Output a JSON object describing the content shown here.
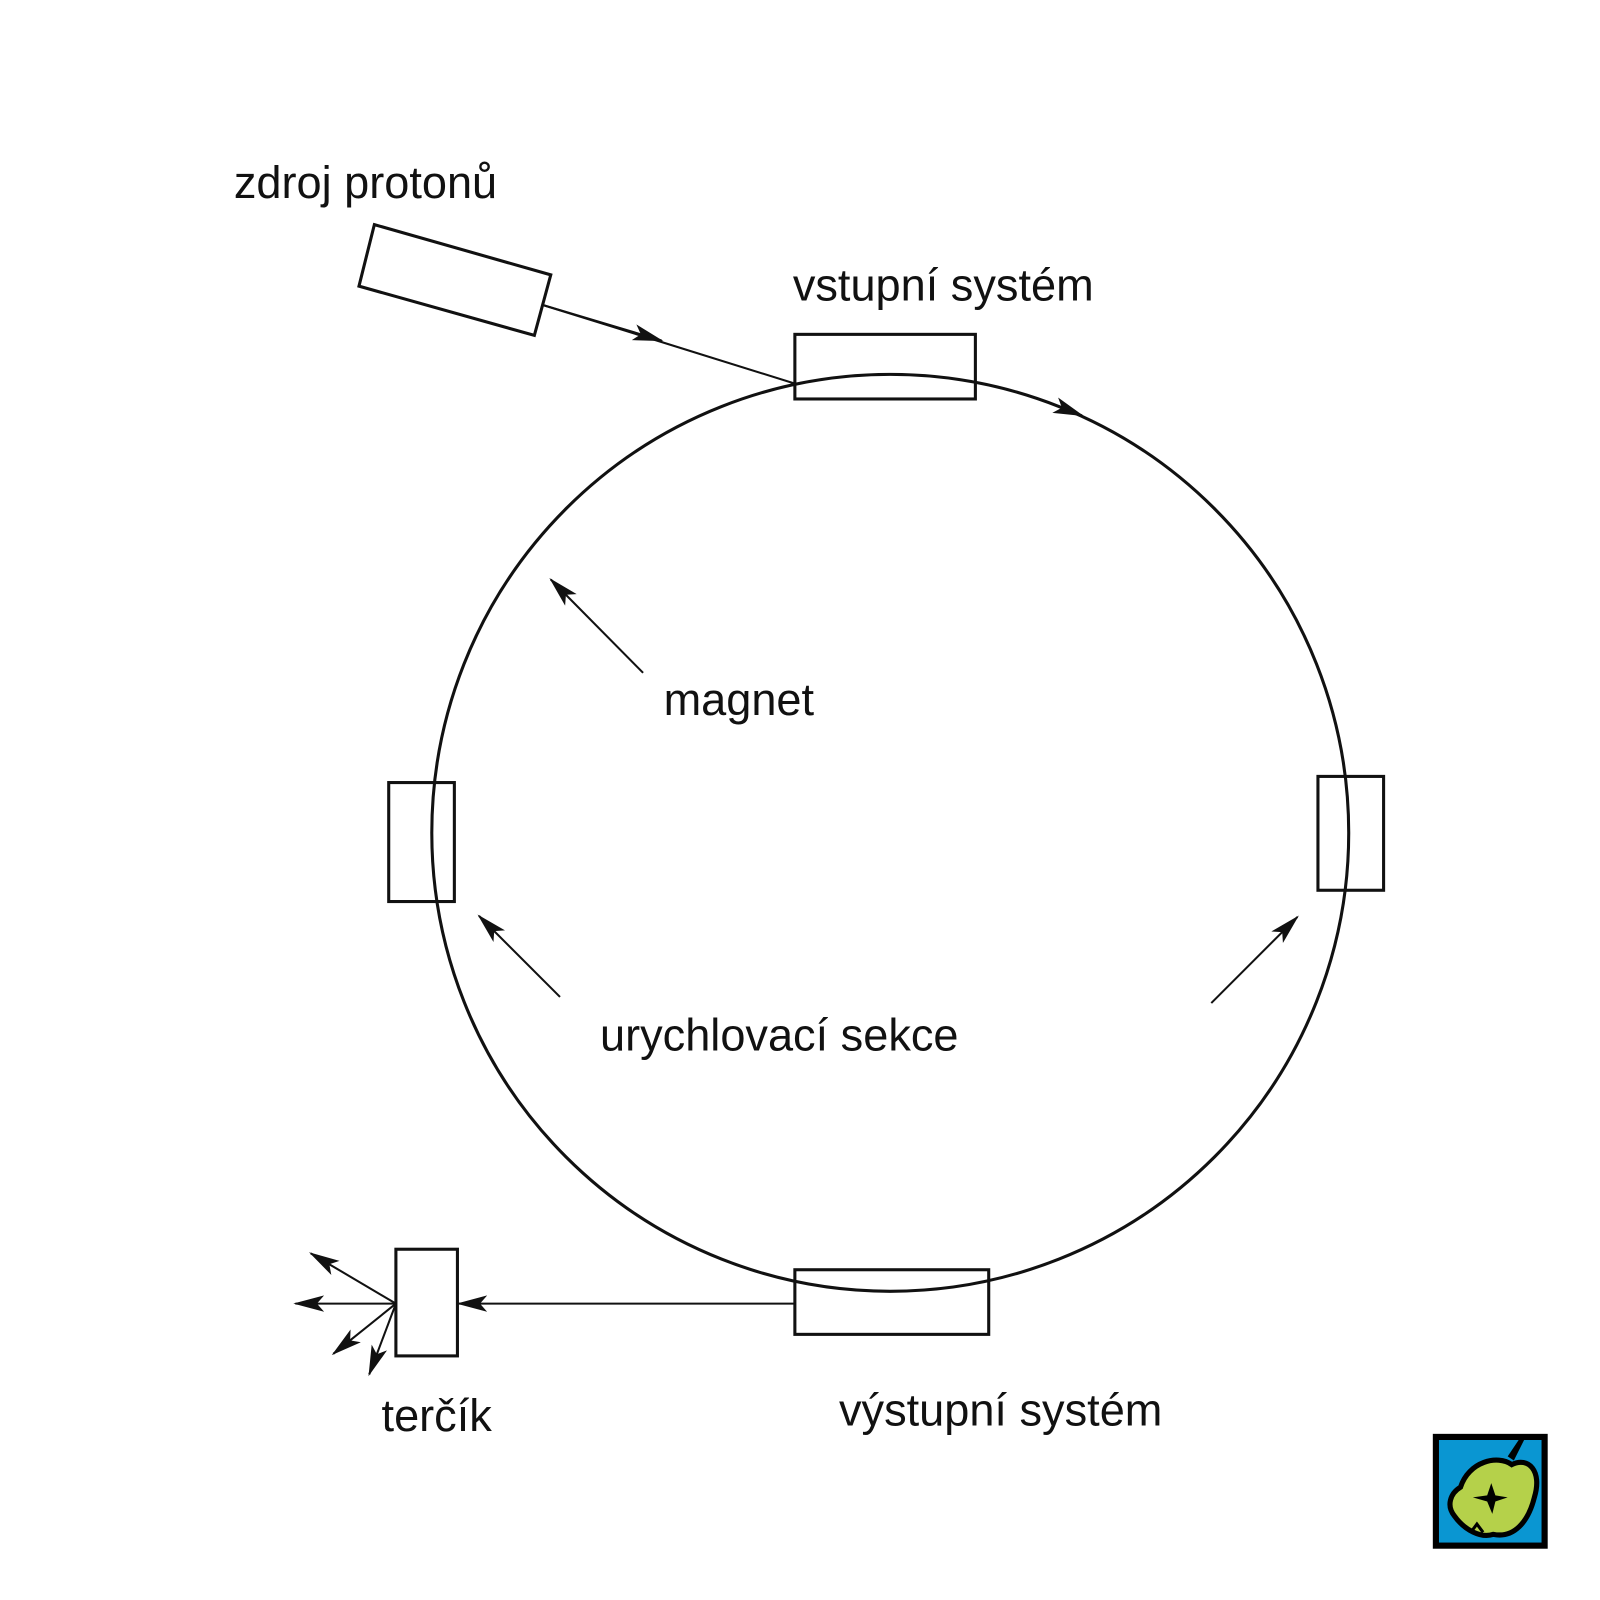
{
  "diagram": {
    "labels": {
      "source": "zdroj protonů",
      "injection": "vstupní systém",
      "magnet": "magnet",
      "acceleration": "urychlovací sekce",
      "extraction": "výstupní systém",
      "target": "terčík"
    },
    "colors": {
      "line": "#111111",
      "logo_blue": "#0a96d2",
      "logo_green": "#b5d14a"
    },
    "logo": {
      "icon": "apple-logo-icon"
    }
  }
}
